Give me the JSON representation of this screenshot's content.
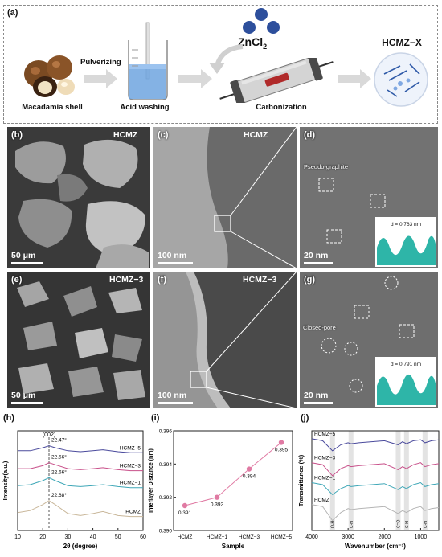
{
  "scheme": {
    "panel_label": "(a)",
    "steps": [
      "Macadamia shell",
      "Acid washing",
      "Carbonization"
    ],
    "arrow_label": "Pulverizing",
    "reagent": "ZnCl",
    "reagent_sub": "2",
    "product": "HCMZ−X"
  },
  "micrographs": {
    "b": {
      "label": "(b)",
      "sample": "HCMZ",
      "scale": "50 μm"
    },
    "c": {
      "label": "(c)",
      "sample": "HCMZ",
      "scale": "100 nm"
    },
    "d": {
      "label": "(d)",
      "note": "Pseudo-graphite",
      "scale": "20 nm",
      "spacing": "d = 0.763 nm"
    },
    "e": {
      "label": "(e)",
      "sample": "HCMZ−3",
      "scale": "50 μm"
    },
    "f": {
      "label": "(f)",
      "sample": "HCMZ−3",
      "scale": "100 nm"
    },
    "g": {
      "label": "(g)",
      "note": "Closed-pore",
      "scale": "20 nm",
      "spacing": "d = 0.791 nm"
    }
  },
  "chart_data": [
    {
      "panel": "(h)",
      "type": "line",
      "xlabel": "2θ (degree)",
      "ylabel": "Intensity(a.u.)",
      "xlim": [
        10,
        60
      ],
      "xticks": [
        10,
        20,
        30,
        40,
        50,
        60
      ],
      "peak_label": "(002)",
      "series": [
        {
          "name": "HCMZ−5",
          "color": "#4a4a9c",
          "peak": "22.47°",
          "x": [
            10,
            15,
            20,
            22.5,
            25,
            30,
            35,
            40,
            44,
            50,
            55,
            60
          ],
          "y": [
            0.8,
            0.8,
            0.83,
            0.85,
            0.83,
            0.8,
            0.79,
            0.8,
            0.81,
            0.79,
            0.78,
            0.78
          ]
        },
        {
          "name": "HCMZ−3",
          "color": "#c8508a",
          "peak": "22.56°",
          "x": [
            10,
            15,
            20,
            22.5,
            25,
            30,
            35,
            40,
            44,
            50,
            55,
            60
          ],
          "y": [
            0.62,
            0.62,
            0.65,
            0.68,
            0.66,
            0.62,
            0.61,
            0.62,
            0.63,
            0.61,
            0.6,
            0.6
          ]
        },
        {
          "name": "HCMZ−1",
          "color": "#3ea7b7",
          "peak": "22.66°",
          "x": [
            10,
            15,
            20,
            22.5,
            25,
            30,
            35,
            40,
            44,
            50,
            55,
            60
          ],
          "y": [
            0.45,
            0.46,
            0.5,
            0.53,
            0.5,
            0.45,
            0.44,
            0.45,
            0.46,
            0.44,
            0.43,
            0.43
          ]
        },
        {
          "name": "HCMZ",
          "color": "#c9b79a",
          "peak": "22.68°",
          "x": [
            10,
            15,
            20,
            22.5,
            25,
            30,
            35,
            40,
            44,
            50,
            55,
            60
          ],
          "y": [
            0.18,
            0.2,
            0.26,
            0.3,
            0.26,
            0.17,
            0.15,
            0.17,
            0.19,
            0.15,
            0.14,
            0.14
          ]
        }
      ]
    },
    {
      "panel": "(i)",
      "type": "line",
      "xlabel": "Sample",
      "ylabel": "Interlayer Distance (nm)",
      "ylim": [
        0.39,
        0.396
      ],
      "yticks": [
        "0.390",
        "0.392",
        "0.394",
        "0.396"
      ],
      "categories": [
        "HCMZ",
        "HCMZ−1",
        "HCMZ−3",
        "HCMZ−5"
      ],
      "values": [
        0.3915,
        0.392,
        0.3937,
        0.3953
      ],
      "point_labels": [
        "0.391",
        "0.392",
        "0.394",
        "0.395"
      ],
      "color": "#e07aa3"
    },
    {
      "panel": "(j)",
      "type": "line",
      "xlabel": "Wavenumber (cm⁻¹)",
      "ylabel": "Transmittance (%)",
      "xlim": [
        4000,
        500
      ],
      "xticks": [
        4000,
        3000,
        2000,
        1000
      ],
      "bands": [
        3430,
        2920,
        1620,
        1390,
        880
      ],
      "band_labels": [
        "O-H",
        "C-H",
        "C=O",
        "C-H",
        "C-H"
      ],
      "series": [
        {
          "name": "HCMZ−5",
          "color": "#4a4a9c",
          "x": [
            4000,
            3700,
            3430,
            3200,
            3000,
            2920,
            2700,
            2000,
            1620,
            1500,
            1390,
            1200,
            1000,
            880,
            700,
            500
          ],
          "y": [
            0.92,
            0.9,
            0.8,
            0.86,
            0.88,
            0.87,
            0.88,
            0.9,
            0.86,
            0.89,
            0.87,
            0.9,
            0.91,
            0.88,
            0.9,
            0.91
          ]
        },
        {
          "name": "HCMZ−3",
          "color": "#c8508a",
          "x": [
            4000,
            3700,
            3430,
            3200,
            3000,
            2920,
            2700,
            2000,
            1620,
            1500,
            1390,
            1200,
            1000,
            880,
            700,
            500
          ],
          "y": [
            0.68,
            0.66,
            0.55,
            0.62,
            0.65,
            0.64,
            0.65,
            0.67,
            0.61,
            0.64,
            0.62,
            0.66,
            0.68,
            0.64,
            0.66,
            0.67
          ]
        },
        {
          "name": "HCMZ−1",
          "color": "#3ea7b7",
          "x": [
            4000,
            3700,
            3430,
            3200,
            3000,
            2920,
            2700,
            2000,
            1620,
            1500,
            1390,
            1200,
            1000,
            880,
            700,
            500
          ],
          "y": [
            0.48,
            0.46,
            0.36,
            0.42,
            0.45,
            0.44,
            0.45,
            0.47,
            0.41,
            0.44,
            0.42,
            0.46,
            0.48,
            0.44,
            0.46,
            0.47
          ]
        },
        {
          "name": "HCMZ",
          "color": "#b5b5b5",
          "x": [
            4000,
            3700,
            3430,
            3200,
            3000,
            2920,
            2700,
            2000,
            1620,
            1500,
            1390,
            1200,
            1000,
            880,
            700,
            500
          ],
          "y": [
            0.26,
            0.24,
            0.1,
            0.18,
            0.22,
            0.21,
            0.22,
            0.24,
            0.17,
            0.2,
            0.18,
            0.22,
            0.24,
            0.2,
            0.22,
            0.23
          ]
        }
      ]
    }
  ]
}
